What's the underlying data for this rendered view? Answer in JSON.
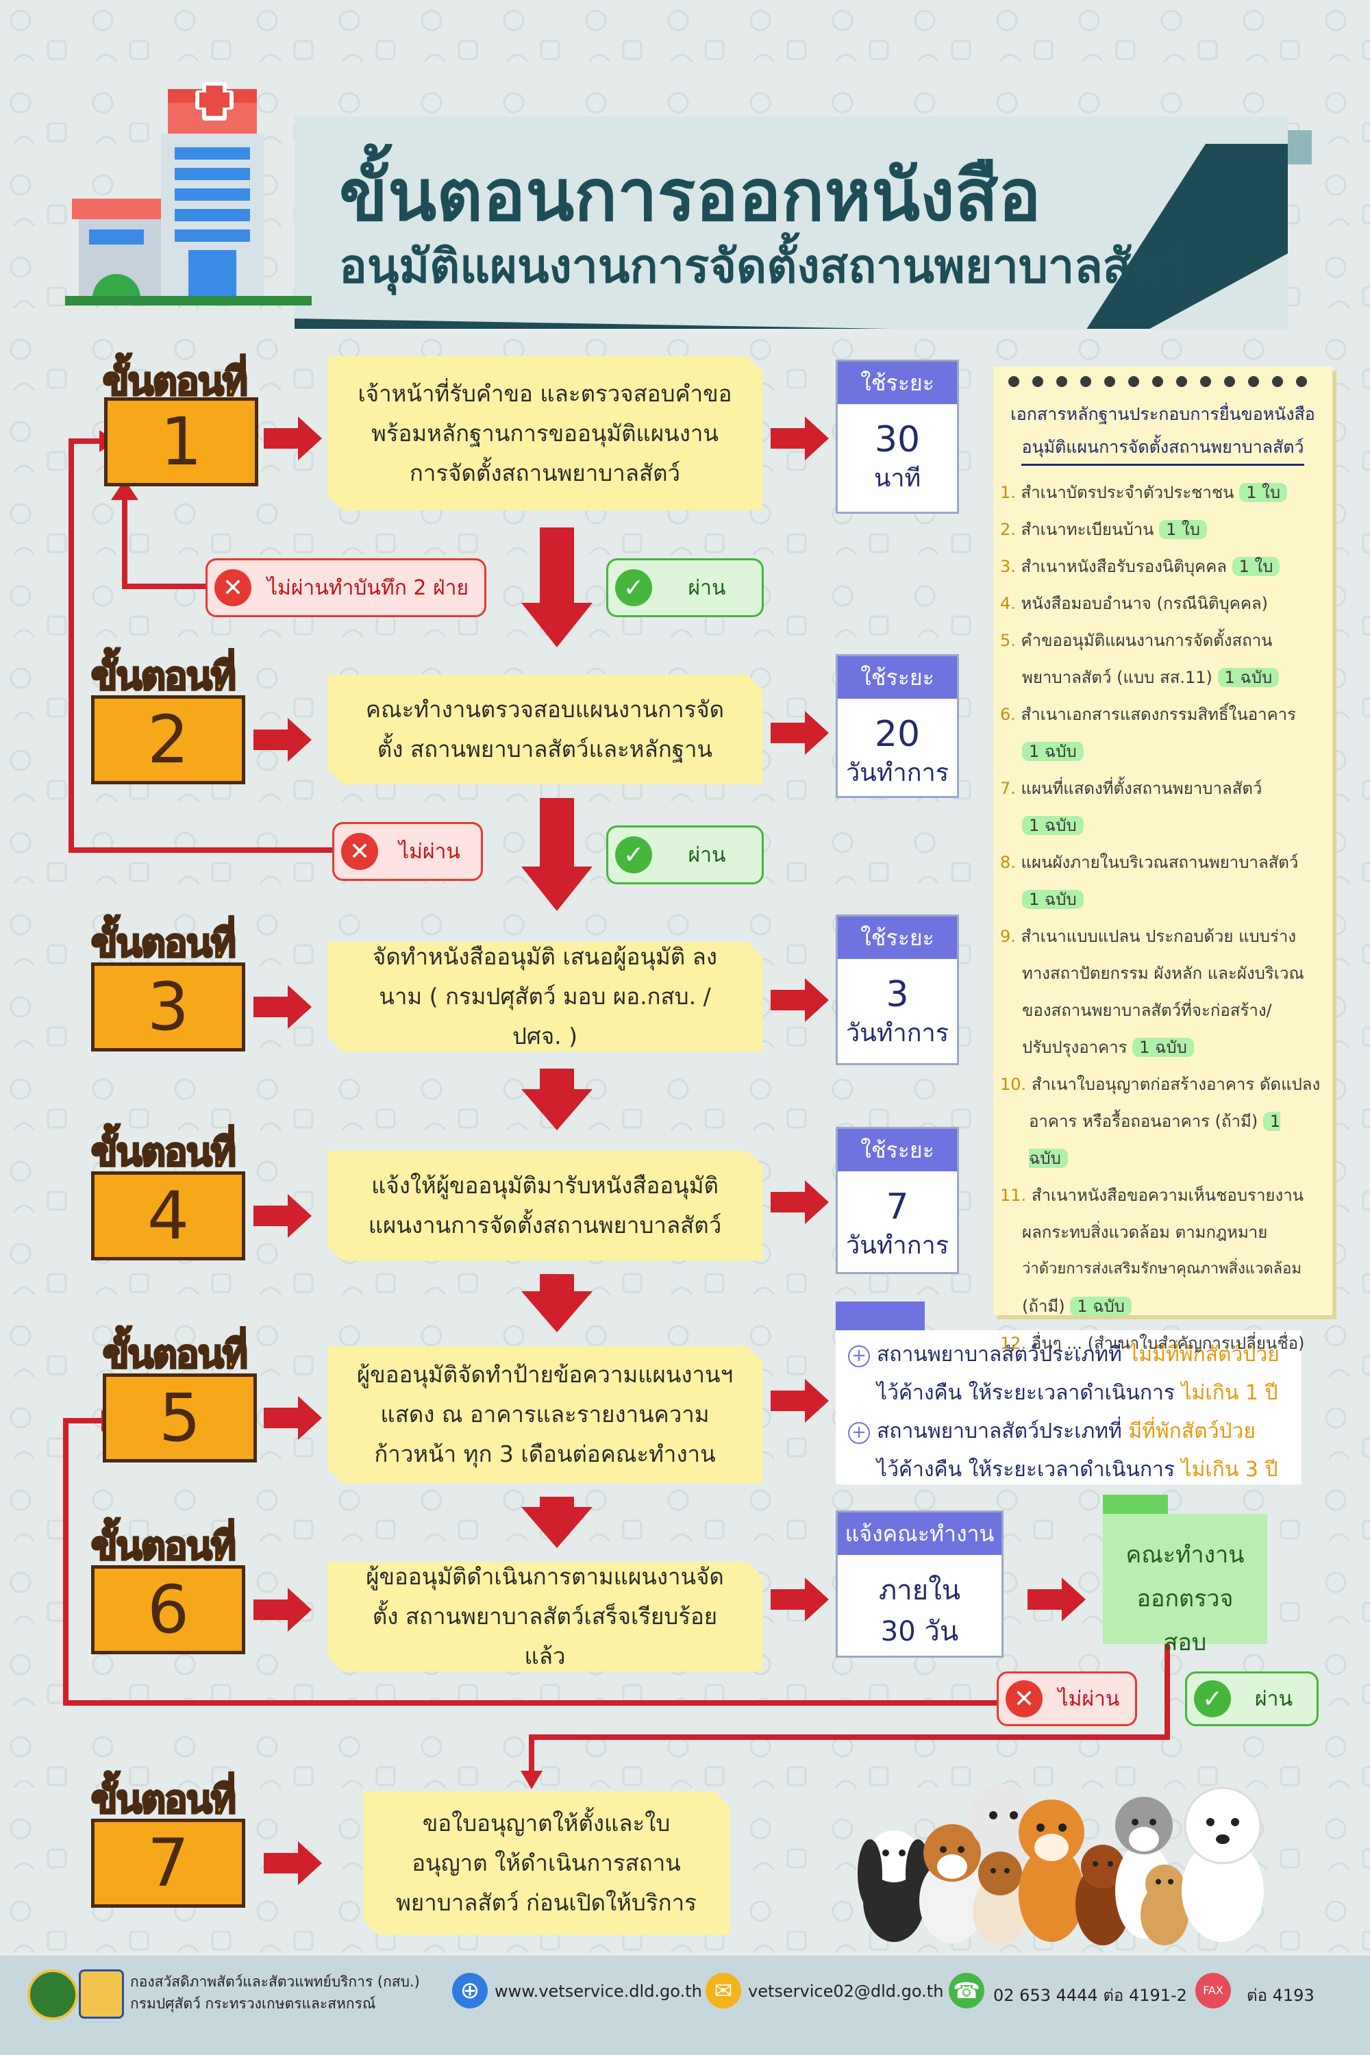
{
  "title": {
    "line1": "ขั้นตอนการออกหนังสือ",
    "line2": "อนุมัติแผนงานการจัดตั้งสถานพยาบาลสัตว์"
  },
  "step_word": "ขั้นตอนที่",
  "steps": [
    {
      "num": "1",
      "desc": "เจ้าหน้าที่รับคำขอ และตรวจสอบคำขอ พร้อมหลักฐานการขออนุมัติแผนงาน การจัดตั้งสถานพยาบาลสัตว์"
    },
    {
      "num": "2",
      "desc": "คณะทำงานตรวจสอบแผนงานการจัดตั้ง สถานพยาบาลสัตว์และหลักฐาน"
    },
    {
      "num": "3",
      "desc": "จัดทำหนังสืออนุมัติ เสนอผู้อนุมัติ ลงนาม ( กรมปศุสัตว์ มอบ ผอ.กสบ. / ปศจ. )"
    },
    {
      "num": "4",
      "desc": "แจ้งให้ผู้ขออนุมัติมารับหนังสืออนุมัติ แผนงานการจัดตั้งสถานพยาบาลสัตว์"
    },
    {
      "num": "5",
      "desc": "ผู้ขออนุมัติจัดทำป้ายข้อความแผนงานฯ แสดง ณ อาคารและรายงานความก้าวหน้า ทุก 3 เดือนต่อคณะทำงาน"
    },
    {
      "num": "6",
      "desc": "ผู้ขออนุมัติดำเนินการตามแผนงานจัดตั้ง สถานพยาบาลสัตว์เสร็จเรียบร้อยแล้ว"
    },
    {
      "num": "7",
      "desc": "ขอใบอนุญาตให้ตั้งและใบอนุญาต ให้ดำเนินการสถานพยาบาลสัตว์ ก่อนเปิดให้บริการ"
    }
  ],
  "times": [
    {
      "head": "ใช้ระยะเวลา",
      "value": "30",
      "unit": "นาที"
    },
    {
      "head": "ใช้ระยะเวลา",
      "value": "20",
      "unit": "วันทำการ"
    },
    {
      "head": "ใช้ระยะเวลา",
      "value": "3",
      "unit": "วันทำการ"
    },
    {
      "head": "ใช้ระยะเวลา",
      "value": "7",
      "unit": "วันทำการ"
    }
  ],
  "notify": {
    "head": "แจ้งคณะทำงาน",
    "value": "ภายใน",
    "unit": "30 วัน"
  },
  "committee": "คณะทำงาน ออกตรวจสอบ",
  "pills": {
    "fail_record": "ไม่ผ่านทำบันทึก 2 ฝ่าย",
    "fail": "ไม่ผ่าน",
    "pass": "ผ่าน"
  },
  "step5_note": {
    "a_pre": "สถานพยาบาลสัตว์ประเภทที่",
    "a_hl": "ไม่มีที่พักสัตว์ป่วย",
    "a_post": "ไว้ค้างคืน ให้ระยะเวลาดำเนินการ",
    "a_limit": "ไม่เกิน 1 ปี",
    "b_pre": "สถานพยาบาลสัตว์ประเภทที่",
    "b_hl": "มีที่พักสัตว์ป่วย",
    "b_post": "ไว้ค้างคืน ให้ระยะเวลาดำเนินการ",
    "b_limit": "ไม่เกิน 3 ปี"
  },
  "docs": {
    "title1": "เอกสารหลักฐานประกอบการยื่นขอหนังสือ",
    "title2": "อนุมัติแผนการจัดตั้งสถานพยาบาลสัตว์",
    "items": [
      {
        "n": "1.",
        "t": "สำเนาบัตรประจำตัวประชาชน",
        "q": "1 ใบ"
      },
      {
        "n": "2.",
        "t": "สำเนาทะเบียนบ้าน",
        "q": "1 ใบ"
      },
      {
        "n": "3.",
        "t": "สำเนาหนังสือรับรองนิติบุคคล",
        "q": "1 ใบ"
      },
      {
        "n": "4.",
        "t": "หนังสือมอบอำนาจ (กรณีนิติบุคคล)",
        "q": ""
      },
      {
        "n": "5.",
        "t": "คำขออนุมัติแผนงานการจัดตั้งสถาน",
        "t2": "พยาบาลสัตว์ (แบบ สส.11)",
        "q": "1 ฉบับ"
      },
      {
        "n": "6.",
        "t": "สำเนาเอกสารแสดงกรรมสิทธิ์ในอาคาร",
        "q": "1 ฉบับ"
      },
      {
        "n": "7.",
        "t": "แผนที่แสดงที่ตั้งสถานพยาบาลสัตว์",
        "q": "1 ฉบับ"
      },
      {
        "n": "8.",
        "t": "แผนผังภายในบริเวณสถานพยาบาลสัตว์",
        "q": "1 ฉบับ"
      },
      {
        "n": "9.",
        "t": "สำเนาแบบแปลน ประกอบด้วย แบบร่าง",
        "t2": "ทางสถาปัตยกรรม ผังหลัก และผังบริเวณ",
        "t3": "ของสถานพยาบาลสัตว์ที่จะก่อสร้าง/",
        "t4": "ปรับปรุงอาคาร",
        "q": "1 ฉบับ"
      },
      {
        "n": "10.",
        "t": "สำเนาใบอนุญาตก่อสร้างอาคาร ดัดแปลง",
        "t2": "อาคาร หรือรื้อถอนอาคาร (ถ้ามี)",
        "q": "1 ฉบับ"
      },
      {
        "n": "11.",
        "t": "สำเนาหนังสือขอความเห็นชอบรายงาน",
        "t2": "ผลกระทบสิ่งแวดล้อม ตามกฎหมาย",
        "t3": "ว่าด้วยการส่งเสริมรักษาคุณภาพสิ่งแวดล้อม",
        "t4": "(ถ้ามี)",
        "q": "1 ฉบับ"
      },
      {
        "n": "12.",
        "t": "อื่นๆ ... (สำเนาใบสำคัญการเปลี่ยนชื่อ)",
        "q": ""
      }
    ]
  },
  "footer": {
    "org1": "กองสวัสดิภาพสัตว์และสัตวแพทย์บริการ (กสบ.)",
    "org2": "กรมปศุสัตว์ กระทรวงเกษตรและสหกรณ์",
    "web": "www.vetservice.dld.go.th",
    "email": "vetservice02@dld.go.th",
    "phone": "02 653 4444 ต่อ 4191-2",
    "fax_label": "FAX",
    "fax": "ต่อ 4193"
  },
  "colors": {
    "accent_orange": "#f7a71a",
    "desc_yellow": "#fdf2a3",
    "arrow_red": "#d0202b",
    "time_header": "#6f73e0",
    "title_teal": "#1d4e57",
    "pass_green": "#46b63c"
  },
  "icons": [
    "hospital-icon",
    "cross-icon",
    "check-icon",
    "globe-icon",
    "mail-icon",
    "phone-icon",
    "fax-icon",
    "plus-icon",
    "dogs-illustration",
    "department-seal",
    "royal-emblem"
  ]
}
